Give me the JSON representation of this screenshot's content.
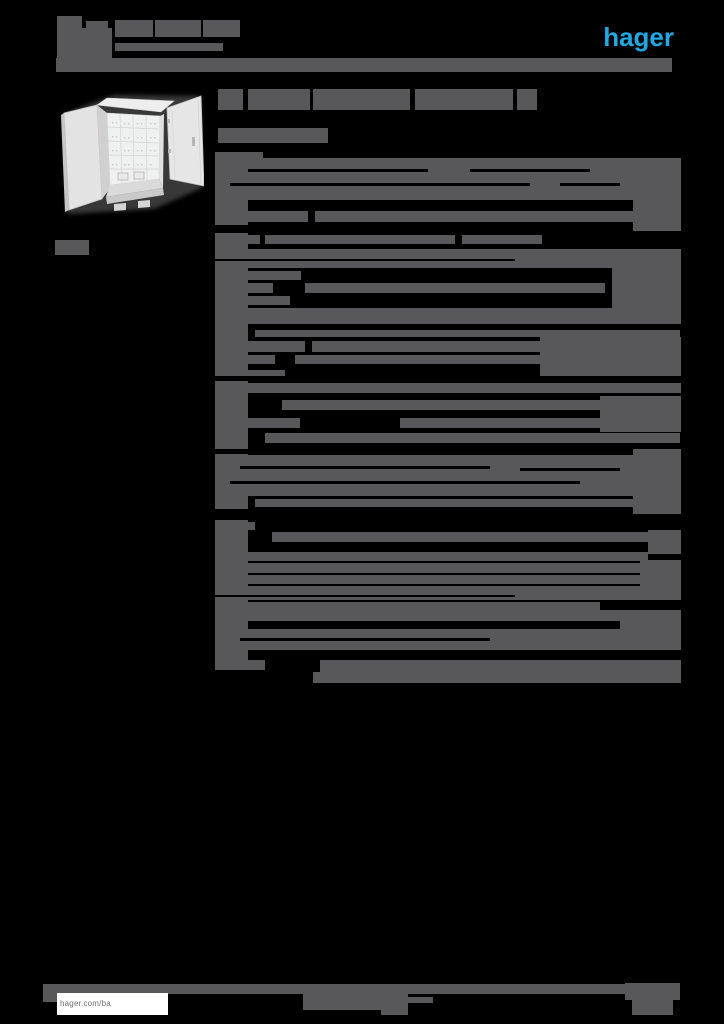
{
  "page": {
    "background": "#000000"
  },
  "header": {
    "logo_text": "hager",
    "logo_color": "#21a8e0"
  },
  "footer": {
    "website": "hager.com/ba"
  },
  "product_image": {
    "alt": "wall-mounted distribution enclosure with open doors"
  },
  "redactions": {
    "color": "#58585a",
    "blocks": [
      [
        57,
        16,
        25,
        12
      ],
      [
        57,
        28,
        55,
        31
      ],
      [
        86,
        21,
        22,
        8
      ],
      [
        115,
        20,
        38,
        17
      ],
      [
        155,
        20,
        46,
        17
      ],
      [
        203,
        20,
        37,
        17
      ],
      [
        115,
        43,
        108,
        8
      ],
      [
        56,
        58,
        616,
        14
      ],
      [
        55,
        240,
        34,
        15
      ],
      [
        218,
        89,
        25,
        21
      ],
      [
        248,
        89,
        62,
        21
      ],
      [
        313,
        89,
        97,
        21
      ],
      [
        415,
        89,
        98,
        21
      ],
      [
        517,
        89,
        20,
        21
      ],
      [
        218,
        128,
        110,
        15
      ],
      [
        215,
        152,
        48,
        10
      ],
      [
        215,
        158,
        466,
        42
      ],
      [
        633,
        158,
        48,
        73
      ],
      [
        215,
        211,
        93,
        11
      ],
      [
        315,
        211,
        318,
        11
      ],
      [
        215,
        235,
        45,
        9
      ],
      [
        265,
        235,
        190,
        9
      ],
      [
        462,
        235,
        80,
        9
      ],
      [
        215,
        249,
        466,
        19
      ],
      [
        215,
        271,
        86,
        9
      ],
      [
        612,
        268,
        69,
        40
      ],
      [
        215,
        283,
        58,
        10
      ],
      [
        305,
        283,
        300,
        10
      ],
      [
        215,
        296,
        75,
        9
      ],
      [
        238,
        308,
        443,
        16
      ],
      [
        255,
        330,
        425,
        7
      ],
      [
        215,
        341,
        90,
        11
      ],
      [
        312,
        341,
        230,
        11
      ],
      [
        540,
        337,
        141,
        39
      ],
      [
        215,
        355,
        60,
        9
      ],
      [
        295,
        355,
        247,
        9
      ],
      [
        215,
        370,
        70,
        6
      ],
      [
        215,
        383,
        466,
        10
      ],
      [
        600,
        396,
        81,
        36
      ],
      [
        282,
        400,
        318,
        10
      ],
      [
        215,
        418,
        85,
        10
      ],
      [
        400,
        418,
        255,
        10
      ],
      [
        265,
        433,
        415,
        10
      ],
      [
        215,
        455,
        466,
        41
      ],
      [
        633,
        449,
        48,
        65
      ],
      [
        255,
        499,
        378,
        8
      ],
      [
        215,
        522,
        40,
        8
      ],
      [
        272,
        532,
        408,
        10
      ],
      [
        648,
        530,
        33,
        24
      ],
      [
        215,
        552,
        433,
        9
      ],
      [
        215,
        563,
        466,
        10
      ],
      [
        640,
        560,
        41,
        40
      ],
      [
        215,
        575,
        440,
        9
      ],
      [
        215,
        586,
        466,
        14
      ],
      [
        215,
        602,
        385,
        8
      ],
      [
        215,
        610,
        466,
        11
      ],
      [
        620,
        610,
        61,
        40
      ],
      [
        215,
        629,
        405,
        21
      ],
      [
        215,
        660,
        50,
        10
      ],
      [
        320,
        660,
        361,
        12
      ],
      [
        648,
        660,
        33,
        23
      ],
      [
        313,
        672,
        335,
        11
      ],
      [
        215,
        152,
        33,
        73
      ],
      [
        215,
        233,
        33,
        142
      ],
      [
        215,
        381,
        33,
        68
      ],
      [
        215,
        454,
        33,
        55
      ],
      [
        215,
        520,
        33,
        150
      ],
      [
        43,
        984,
        637,
        10
      ],
      [
        43,
        984,
        16,
        18
      ],
      [
        303,
        992,
        78,
        18
      ],
      [
        381,
        985,
        27,
        30
      ],
      [
        408,
        997,
        25,
        6
      ],
      [
        625,
        983,
        55,
        17
      ],
      [
        632,
        1000,
        41,
        15
      ]
    ],
    "gaps": [
      [
        248,
        169,
        180,
        3
      ],
      [
        470,
        169,
        120,
        3
      ],
      [
        230,
        183,
        300,
        3
      ],
      [
        560,
        183,
        60,
        3
      ],
      [
        215,
        259,
        300,
        2
      ],
      [
        240,
        466,
        250,
        3
      ],
      [
        520,
        468,
        100,
        3
      ],
      [
        230,
        481,
        350,
        3
      ],
      [
        215,
        595,
        300,
        2
      ],
      [
        240,
        638,
        250,
        3
      ]
    ]
  }
}
